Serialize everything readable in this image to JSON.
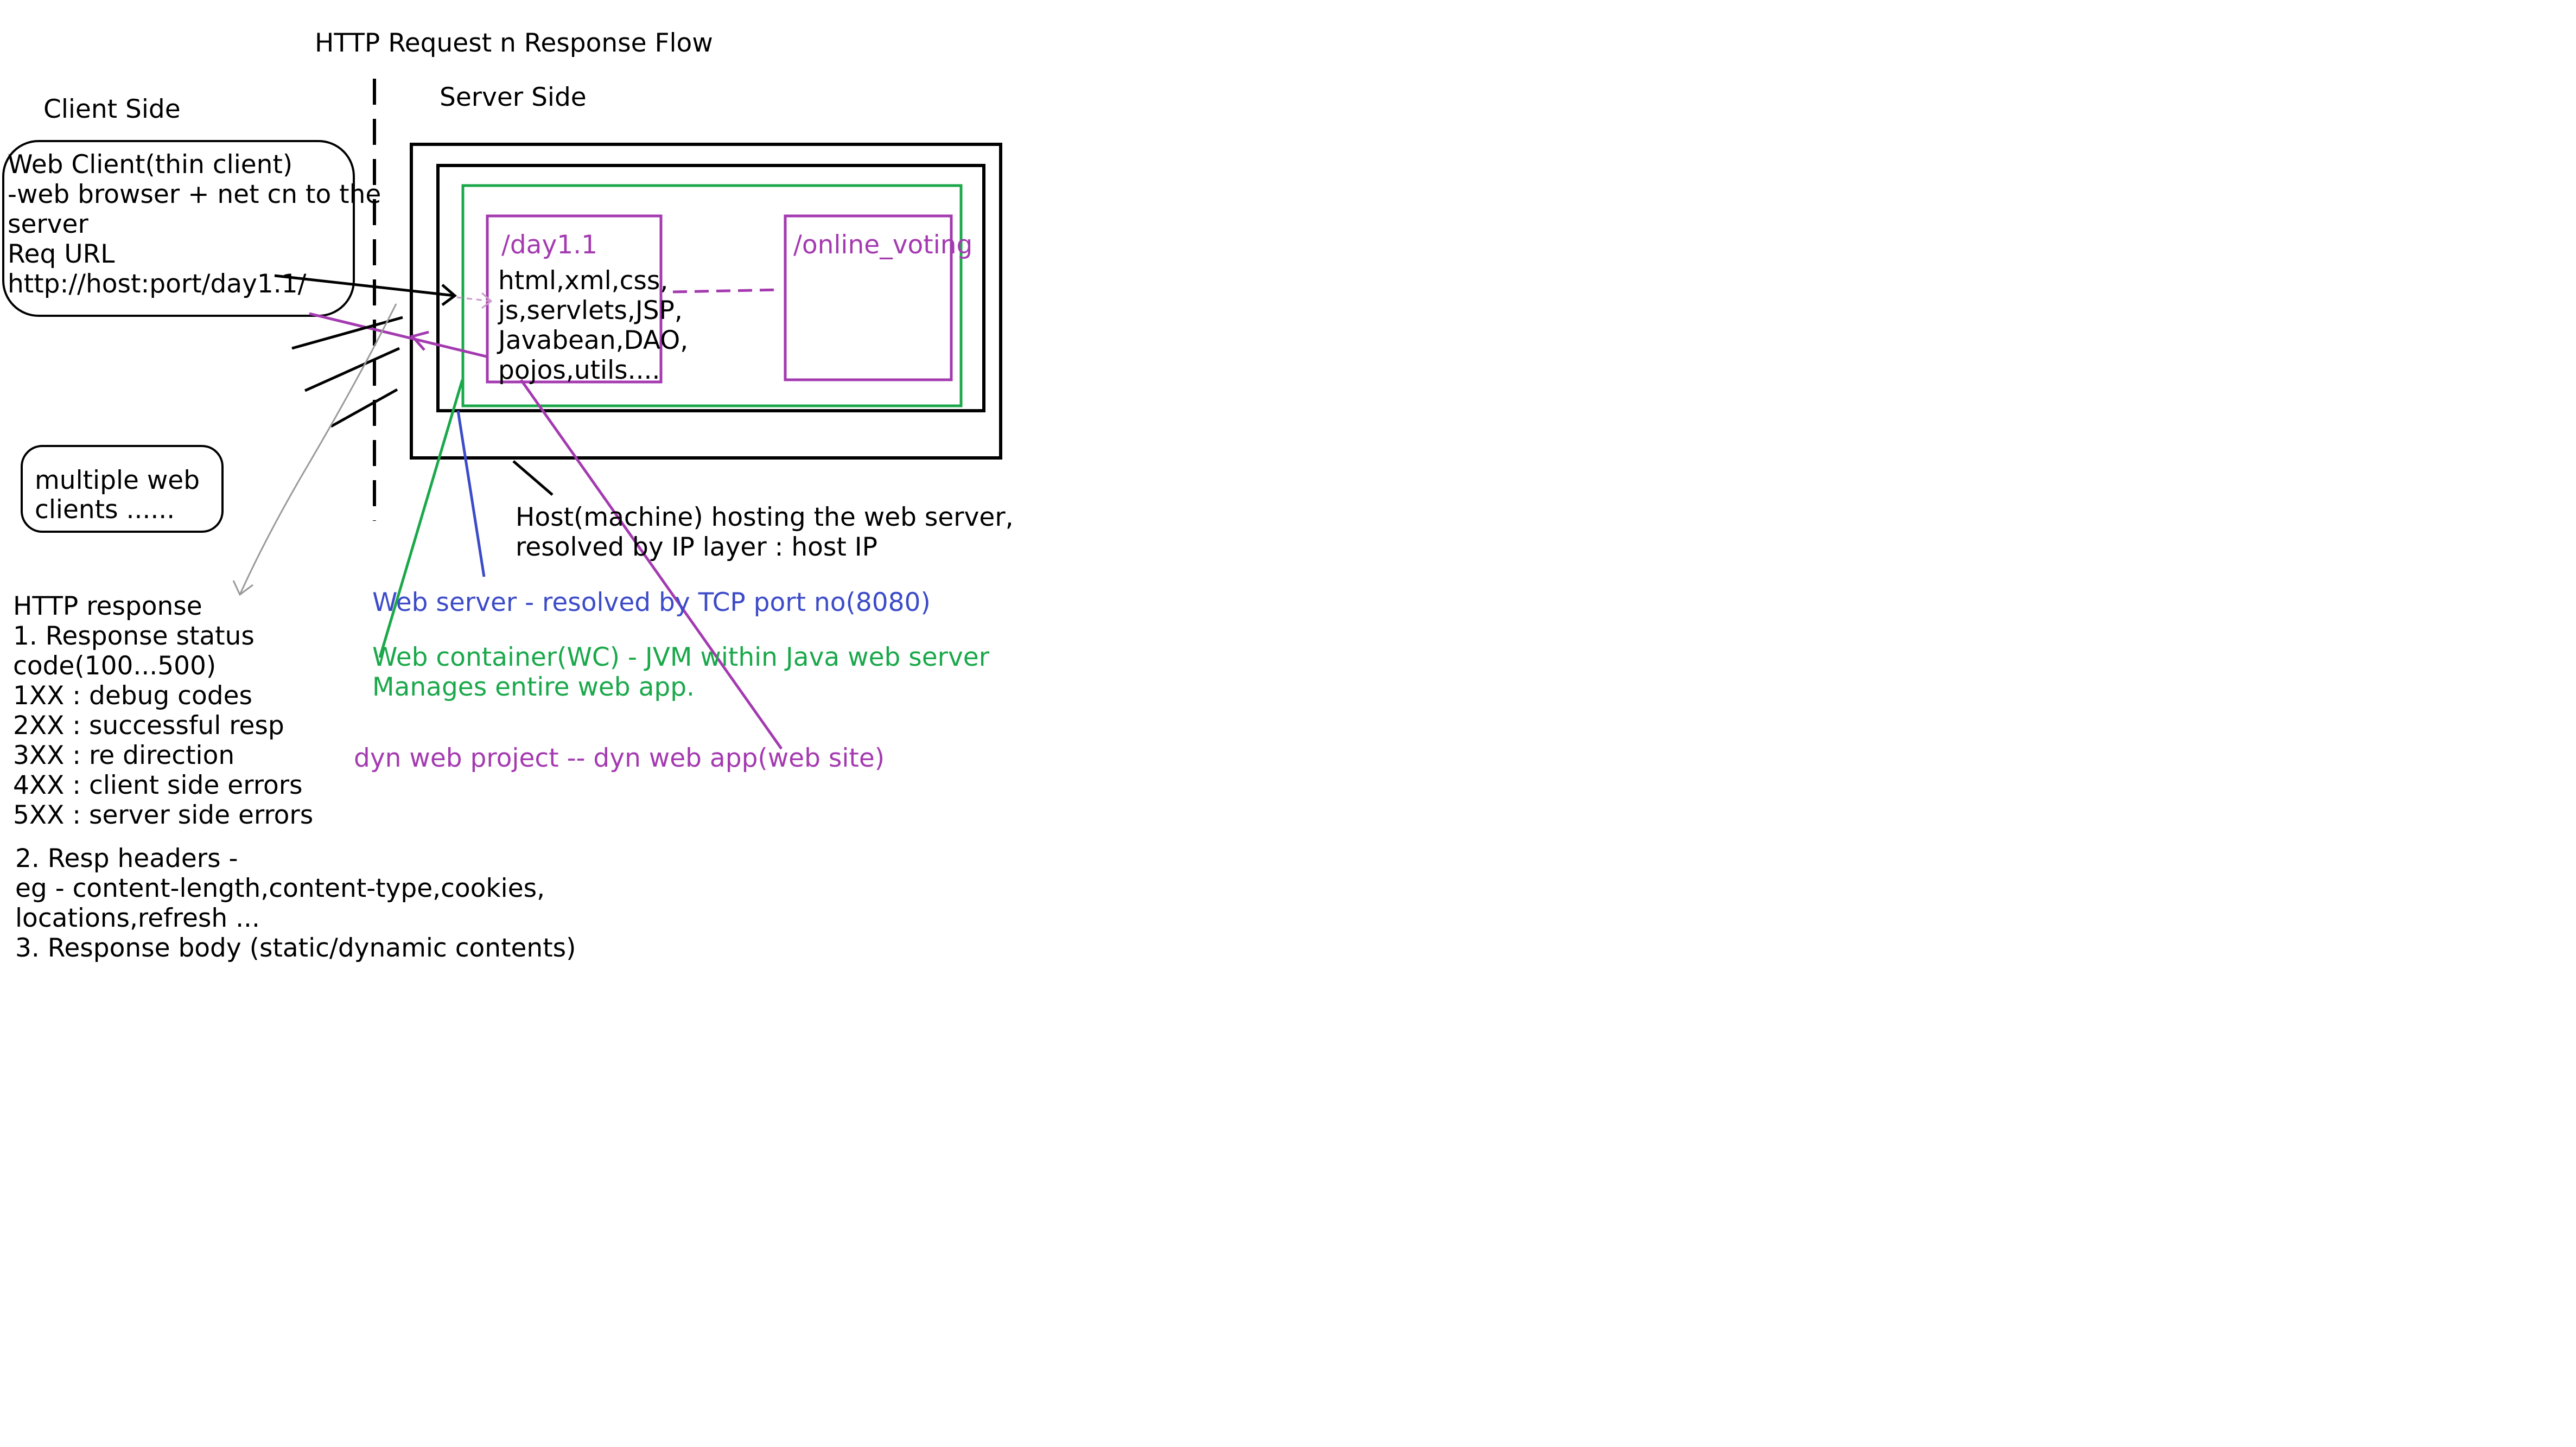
{
  "title": "HTTP Request n Response Flow",
  "client_side": {
    "label": "Client Side",
    "web_client": {
      "lines": [
        "Web Client(thin client)",
        "-web browser + net cn to the",
        "server",
        "Req URL",
        "http://host:port/day1.1/"
      ]
    },
    "multiple_clients": {
      "lines": [
        "multiple web",
        "clients ......"
      ]
    }
  },
  "server_side": {
    "label": "Server Side",
    "web_app": {
      "name": "/day1.1",
      "contents": [
        "html,xml,css,",
        "js,servlets,JSP,",
        "Javabean,DAO,",
        "pojos,utils...."
      ]
    },
    "other_app": {
      "name": "/online_voting"
    }
  },
  "annotations": {
    "host": [
      "Host(machine) hosting the web server,",
      "resolved by IP layer : host IP"
    ],
    "web_server": "Web server - resolved by TCP port no(8080)",
    "web_container": [
      "Web container(WC) - JVM within Java web server",
      "Manages entire web app."
    ],
    "dyn_project": "dyn web project -- dyn web app(web site)"
  },
  "http_response": {
    "lines": [
      "HTTP response",
      "1. Response status",
      "code(100...500)",
      "1XX : debug codes",
      "2XX : successful resp",
      "3XX : re direction",
      "4XX : client side errors",
      "5XX : server side errors"
    ],
    "lines2": [
      "2. Resp headers -",
      "eg - content-length,content-type,cookies,",
      "locations,refresh ...",
      "3. Response body (static/dynamic contents)"
    ]
  },
  "colors": {
    "black": "#000000",
    "blue": "#3c4bc8",
    "green": "#1aa84a",
    "purple": "#a43ab0",
    "gray": "#999999"
  }
}
